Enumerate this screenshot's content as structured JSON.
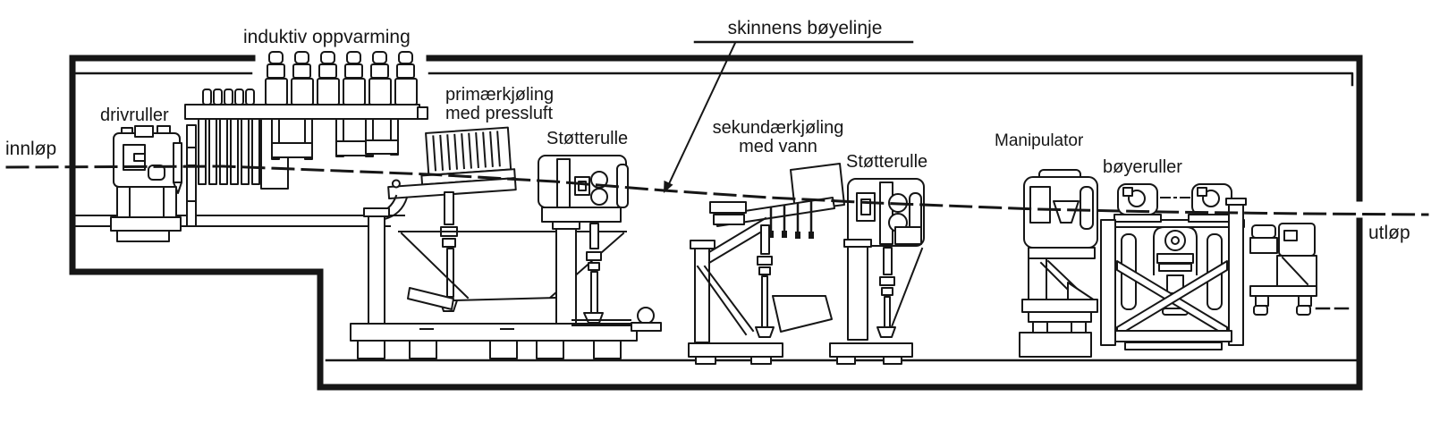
{
  "page": {
    "background": "#ffffff",
    "ink": "#161616",
    "description": "Line diagram of a rail heat-treatment / bending line (Norwegian labels)"
  },
  "labels": {
    "inlet": "innløp",
    "drive_rollers": "drivruller",
    "induction_heating": "induktiv oppvarming",
    "primary_cooling": "primærkjøling\nmed pressluft",
    "support_roller_1": "Støtterulle",
    "bend_line": "skinnens bøyelinje",
    "secondary_cooling": "sekundærkjøling\nmed vann",
    "support_roller_2": "Støtterulle",
    "manipulator": "Manipulator",
    "bending_rollers": "bøyeruller",
    "outlet": "utløp"
  }
}
